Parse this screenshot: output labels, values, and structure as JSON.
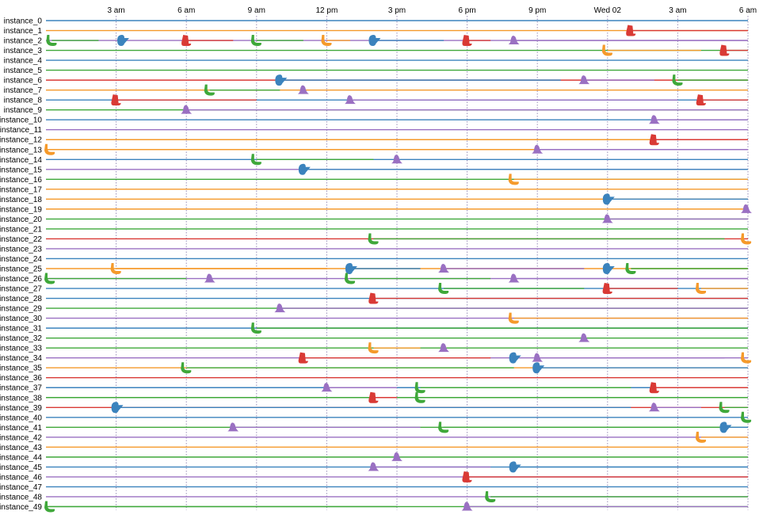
{
  "colors": {
    "blue": "#3b83bd",
    "orange": "#f59a2b",
    "green": "#3fa83a",
    "red": "#d93a35",
    "purple": "#9a70c2",
    "grid": "#9a8fb8"
  },
  "chart_data": {
    "type": "timeline",
    "x_axis": {
      "start": "2018-01-01T00:00",
      "end": "2018-01-02T06:00",
      "ticks": [
        {
          "t": "2018-01-01T03:00",
          "label": "3 am"
        },
        {
          "t": "2018-01-01T06:00",
          "label": "6 am"
        },
        {
          "t": "2018-01-01T09:00",
          "label": "9 am"
        },
        {
          "t": "2018-01-01T12:00",
          "label": "12 pm"
        },
        {
          "t": "2018-01-01T15:00",
          "label": "3 pm"
        },
        {
          "t": "2018-01-01T18:00",
          "label": "6 pm"
        },
        {
          "t": "2018-01-01T21:00",
          "label": "9 pm"
        },
        {
          "t": "2018-01-02T00:00",
          "label": "Wed 02"
        },
        {
          "t": "2018-01-02T03:00",
          "label": "3 am"
        },
        {
          "t": "2018-01-02T06:00",
          "label": "6 am"
        }
      ],
      "grid": true
    },
    "series_colors": [
      "blue",
      "orange",
      "green",
      "red",
      "purple"
    ],
    "rows": [
      {
        "name": "instance_0",
        "track": "blue",
        "events": []
      },
      {
        "name": "instance_1",
        "track": "orange",
        "events": [
          {
            "t": "2018-01-02T01:00",
            "color": "red",
            "shape": "flag",
            "until": "2018-01-02T06:00"
          }
        ]
      },
      {
        "name": "instance_2",
        "track": "purple",
        "events": [
          {
            "t": "2018-01-01T00:15",
            "color": "green",
            "shape": "bulb",
            "until": "2018-01-01T02:15"
          },
          {
            "t": "2018-01-01T03:15",
            "color": "blue",
            "shape": "fin",
            "until": "2018-01-01T03:15"
          },
          {
            "t": "2018-01-01T06:00",
            "color": "red",
            "shape": "flag",
            "until": "2018-01-01T08:00"
          },
          {
            "t": "2018-01-01T09:00",
            "color": "green",
            "shape": "bulb",
            "until": "2018-01-01T11:00"
          },
          {
            "t": "2018-01-01T12:00",
            "color": "orange",
            "shape": "bulb",
            "until": "2018-01-01T13:00"
          },
          {
            "t": "2018-01-01T14:00",
            "color": "blue",
            "shape": "fin",
            "until": "2018-01-01T17:00"
          },
          {
            "t": "2018-01-01T18:00",
            "color": "red",
            "shape": "flag",
            "until": "2018-01-01T19:00"
          },
          {
            "t": "2018-01-01T20:00",
            "color": "purple",
            "shape": "bell",
            "until": "2018-01-02T06:00"
          }
        ]
      },
      {
        "name": "instance_3",
        "track": "green",
        "events": [
          {
            "t": "2018-01-02T00:00",
            "color": "orange",
            "shape": "bulb",
            "until": "2018-01-02T04:00"
          },
          {
            "t": "2018-01-02T05:00",
            "color": "red",
            "shape": "flag",
            "until": "2018-01-02T06:00"
          }
        ]
      },
      {
        "name": "instance_4",
        "track": "blue",
        "events": []
      },
      {
        "name": "instance_5",
        "track": "green",
        "events": []
      },
      {
        "name": "instance_6",
        "track": "red",
        "events": [
          {
            "t": "2018-01-01T10:00",
            "color": "blue",
            "shape": "fin",
            "until": "2018-01-01T22:00"
          },
          {
            "t": "2018-01-01T23:00",
            "color": "purple",
            "shape": "bell",
            "until": "2018-01-02T02:00"
          },
          {
            "t": "2018-01-02T03:00",
            "color": "green",
            "shape": "bulb",
            "until": "2018-01-02T06:00"
          }
        ]
      },
      {
        "name": "instance_7",
        "track": "orange",
        "events": [
          {
            "t": "2018-01-01T07:00",
            "color": "green",
            "shape": "bulb",
            "until": "2018-01-01T10:00"
          },
          {
            "t": "2018-01-01T11:00",
            "color": "purple",
            "shape": "bell",
            "until": "2018-01-01T11:00"
          }
        ]
      },
      {
        "name": "instance_8",
        "track": "blue",
        "events": [
          {
            "t": "2018-01-01T03:00",
            "color": "red",
            "shape": "flag",
            "until": "2018-01-01T09:00"
          },
          {
            "t": "2018-01-01T13:00",
            "color": "purple",
            "shape": "bell",
            "until": "2018-01-02T03:00"
          },
          {
            "t": "2018-01-02T04:00",
            "color": "red",
            "shape": "flag",
            "until": "2018-01-02T06:00"
          }
        ]
      },
      {
        "name": "instance_9",
        "track": "green",
        "events": [
          {
            "t": "2018-01-01T06:00",
            "color": "purple",
            "shape": "bell",
            "until": "2018-01-02T06:00"
          }
        ]
      },
      {
        "name": "instance_10",
        "track": "blue",
        "events": [
          {
            "t": "2018-01-02T02:00",
            "color": "purple",
            "shape": "bell",
            "until": "2018-01-02T06:00"
          }
        ]
      },
      {
        "name": "instance_11",
        "track": "purple",
        "events": []
      },
      {
        "name": "instance_12",
        "track": "orange",
        "events": [
          {
            "t": "2018-01-02T02:00",
            "color": "red",
            "shape": "flag",
            "until": "2018-01-02T06:00"
          }
        ]
      },
      {
        "name": "instance_13",
        "track": "orange",
        "events": [
          {
            "t": "2018-01-01T00:00",
            "color": "orange",
            "shape": "bulb",
            "until": "2018-01-01T19:00"
          },
          {
            "t": "2018-01-01T21:00",
            "color": "purple",
            "shape": "bell",
            "until": "2018-01-02T06:00"
          }
        ]
      },
      {
        "name": "instance_14",
        "track": "blue",
        "events": [
          {
            "t": "2018-01-01T09:00",
            "color": "green",
            "shape": "bulb",
            "until": "2018-01-01T14:00"
          },
          {
            "t": "2018-01-01T15:00",
            "color": "purple",
            "shape": "bell",
            "until": "2018-01-01T15:00"
          }
        ]
      },
      {
        "name": "instance_15",
        "track": "purple",
        "events": [
          {
            "t": "2018-01-01T11:00",
            "color": "blue",
            "shape": "fin",
            "until": "2018-01-02T06:00"
          }
        ]
      },
      {
        "name": "instance_16",
        "track": "green",
        "events": [
          {
            "t": "2018-01-01T20:00",
            "color": "orange",
            "shape": "bulb",
            "until": "2018-01-02T06:00"
          }
        ]
      },
      {
        "name": "instance_17",
        "track": "orange",
        "events": []
      },
      {
        "name": "instance_18",
        "track": "orange",
        "events": [
          {
            "t": "2018-01-02T00:00",
            "color": "blue",
            "shape": "fin",
            "until": "2018-01-02T06:00"
          }
        ]
      },
      {
        "name": "instance_19",
        "track": "orange",
        "events": [
          {
            "t": "2018-01-02T06:00",
            "color": "purple",
            "shape": "bell",
            "until": "2018-01-02T06:00"
          }
        ]
      },
      {
        "name": "instance_20",
        "track": "green",
        "events": [
          {
            "t": "2018-01-02T00:00",
            "color": "purple",
            "shape": "bell",
            "until": "2018-01-02T06:00"
          }
        ]
      },
      {
        "name": "instance_21",
        "track": "green",
        "events": []
      },
      {
        "name": "instance_22",
        "track": "red",
        "events": [
          {
            "t": "2018-01-01T14:00",
            "color": "green",
            "shape": "bulb",
            "until": "2018-01-02T05:00"
          },
          {
            "t": "2018-01-02T06:00",
            "color": "orange",
            "shape": "bulb",
            "until": "2018-01-02T06:00"
          }
        ]
      },
      {
        "name": "instance_23",
        "track": "purple",
        "events": []
      },
      {
        "name": "instance_24",
        "track": "blue",
        "events": []
      },
      {
        "name": "instance_25",
        "track": "orange",
        "events": [
          {
            "t": "2018-01-01T03:00",
            "color": "orange",
            "shape": "bulb",
            "until": "2018-01-01T12:00"
          },
          {
            "t": "2018-01-01T13:00",
            "color": "blue",
            "shape": "fin",
            "until": "2018-01-01T16:00"
          },
          {
            "t": "2018-01-01T17:00",
            "color": "purple",
            "shape": "bell",
            "until": "2018-01-01T23:00"
          },
          {
            "t": "2018-01-02T00:00",
            "color": "blue",
            "shape": "fin",
            "until": "2018-01-02T00:00"
          },
          {
            "t": "2018-01-02T01:00",
            "color": "green",
            "shape": "bulb",
            "until": "2018-01-02T06:00"
          }
        ]
      },
      {
        "name": "instance_26",
        "track": "purple",
        "events": [
          {
            "t": "2018-01-01T00:00",
            "color": "green",
            "shape": "bulb",
            "until": "2018-01-01T06:00"
          },
          {
            "t": "2018-01-01T07:00",
            "color": "purple",
            "shape": "bell",
            "until": "2018-01-01T12:00"
          },
          {
            "t": "2018-01-01T13:00",
            "color": "green",
            "shape": "bulb",
            "until": "2018-01-01T19:00"
          },
          {
            "t": "2018-01-01T20:00",
            "color": "purple",
            "shape": "bell",
            "until": "2018-01-02T06:00"
          }
        ]
      },
      {
        "name": "instance_27",
        "track": "blue",
        "events": [
          {
            "t": "2018-01-01T17:00",
            "color": "green",
            "shape": "bulb",
            "until": "2018-01-01T23:00"
          },
          {
            "t": "2018-01-02T00:00",
            "color": "red",
            "shape": "flag",
            "until": "2018-01-02T03:00"
          },
          {
            "t": "2018-01-02T04:00",
            "color": "orange",
            "shape": "bulb",
            "until": "2018-01-02T06:00"
          }
        ]
      },
      {
        "name": "instance_28",
        "track": "blue",
        "events": [
          {
            "t": "2018-01-01T14:00",
            "color": "red",
            "shape": "flag",
            "until": "2018-01-02T06:00"
          }
        ]
      },
      {
        "name": "instance_29",
        "track": "green",
        "events": [
          {
            "t": "2018-01-01T10:00",
            "color": "purple",
            "shape": "bell",
            "until": "2018-01-02T06:00"
          }
        ]
      },
      {
        "name": "instance_30",
        "track": "purple",
        "events": [
          {
            "t": "2018-01-01T20:00",
            "color": "orange",
            "shape": "bulb",
            "until": "2018-01-02T06:00"
          }
        ]
      },
      {
        "name": "instance_31",
        "track": "blue",
        "events": [
          {
            "t": "2018-01-01T09:00",
            "color": "green",
            "shape": "bulb",
            "until": "2018-01-02T06:00"
          }
        ]
      },
      {
        "name": "instance_32",
        "track": "green",
        "events": [
          {
            "t": "2018-01-01T23:00",
            "color": "purple",
            "shape": "bell",
            "until": "2018-01-01T23:00"
          }
        ]
      },
      {
        "name": "instance_33",
        "track": "green",
        "events": [
          {
            "t": "2018-01-01T14:00",
            "color": "orange",
            "shape": "bulb",
            "until": "2018-01-01T16:00"
          },
          {
            "t": "2018-01-01T17:00",
            "color": "purple",
            "shape": "bell",
            "until": "2018-01-01T17:00"
          }
        ]
      },
      {
        "name": "instance_34",
        "track": "purple",
        "events": [
          {
            "t": "2018-01-01T11:00",
            "color": "red",
            "shape": "flag",
            "until": "2018-01-01T19:00"
          },
          {
            "t": "2018-01-01T20:00",
            "color": "blue",
            "shape": "fin",
            "until": "2018-01-01T20:00"
          },
          {
            "t": "2018-01-01T21:00",
            "color": "purple",
            "shape": "bell",
            "until": "2018-01-02T05:00"
          },
          {
            "t": "2018-01-02T06:00",
            "color": "orange",
            "shape": "bulb",
            "until": "2018-01-02T06:00"
          }
        ]
      },
      {
        "name": "instance_35",
        "track": "orange",
        "events": [
          {
            "t": "2018-01-01T06:00",
            "color": "green",
            "shape": "bulb",
            "until": "2018-01-01T20:00"
          },
          {
            "t": "2018-01-01T21:00",
            "color": "blue",
            "shape": "fin",
            "until": "2018-01-02T06:00"
          }
        ]
      },
      {
        "name": "instance_36",
        "track": "red",
        "events": []
      },
      {
        "name": "instance_37",
        "track": "blue",
        "events": [
          {
            "t": "2018-01-01T12:00",
            "color": "purple",
            "shape": "bell",
            "until": "2018-01-01T15:00"
          },
          {
            "t": "2018-01-01T16:00",
            "color": "green",
            "shape": "bulb",
            "until": "2018-01-02T01:00"
          },
          {
            "t": "2018-01-02T02:00",
            "color": "red",
            "shape": "flag",
            "until": "2018-01-02T06:00"
          }
        ]
      },
      {
        "name": "instance_38",
        "track": "green",
        "events": [
          {
            "t": "2018-01-01T14:00",
            "color": "red",
            "shape": "flag",
            "until": "2018-01-01T15:00"
          },
          {
            "t": "2018-01-01T16:00",
            "color": "green",
            "shape": "bulb",
            "until": "2018-01-02T06:00"
          }
        ]
      },
      {
        "name": "instance_39",
        "track": "red",
        "events": [
          {
            "t": "2018-01-01T03:00",
            "color": "blue",
            "shape": "fin",
            "until": "2018-01-02T01:00"
          },
          {
            "t": "2018-01-02T02:00",
            "color": "purple",
            "shape": "bell",
            "until": "2018-01-02T04:00"
          },
          {
            "t": "2018-01-02T05:00",
            "color": "green",
            "shape": "bulb",
            "until": "2018-01-02T06:00"
          }
        ]
      },
      {
        "name": "instance_40",
        "track": "blue",
        "events": [
          {
            "t": "2018-01-02T06:00",
            "color": "green",
            "shape": "bulb",
            "until": "2018-01-02T06:00"
          }
        ]
      },
      {
        "name": "instance_41",
        "track": "green",
        "events": [
          {
            "t": "2018-01-01T08:00",
            "color": "purple",
            "shape": "bell",
            "until": "2018-01-01T16:00"
          },
          {
            "t": "2018-01-01T17:00",
            "color": "green",
            "shape": "bulb",
            "until": "2018-01-02T05:00"
          },
          {
            "t": "2018-01-02T05:00",
            "color": "blue",
            "shape": "fin",
            "until": "2018-01-02T06:00"
          }
        ]
      },
      {
        "name": "instance_42",
        "track": "purple",
        "events": [
          {
            "t": "2018-01-02T04:00",
            "color": "orange",
            "shape": "bulb",
            "until": "2018-01-02T06:00"
          }
        ]
      },
      {
        "name": "instance_43",
        "track": "orange",
        "events": []
      },
      {
        "name": "instance_44",
        "track": "green",
        "events": [
          {
            "t": "2018-01-01T15:00",
            "color": "purple",
            "shape": "bell",
            "until": "2018-01-01T15:00"
          }
        ]
      },
      {
        "name": "instance_45",
        "track": "blue",
        "events": [
          {
            "t": "2018-01-01T14:00",
            "color": "purple",
            "shape": "bell",
            "until": "2018-01-01T19:00"
          },
          {
            "t": "2018-01-01T20:00",
            "color": "blue",
            "shape": "fin",
            "until": "2018-01-02T06:00"
          }
        ]
      },
      {
        "name": "instance_46",
        "track": "purple",
        "events": [
          {
            "t": "2018-01-01T18:00",
            "color": "red",
            "shape": "flag",
            "until": "2018-01-02T06:00"
          }
        ]
      },
      {
        "name": "instance_47",
        "track": "blue",
        "events": []
      },
      {
        "name": "instance_48",
        "track": "purple",
        "events": [
          {
            "t": "2018-01-01T19:00",
            "color": "green",
            "shape": "bulb",
            "until": "2018-01-02T06:00"
          }
        ]
      },
      {
        "name": "instance_49",
        "track": "green",
        "events": [
          {
            "t": "2018-01-01T00:00",
            "color": "green",
            "shape": "bulb",
            "until": "2018-01-01T15:00"
          },
          {
            "t": "2018-01-01T18:00",
            "color": "purple",
            "shape": "bell",
            "until": "2018-01-02T06:00"
          }
        ]
      }
    ]
  }
}
